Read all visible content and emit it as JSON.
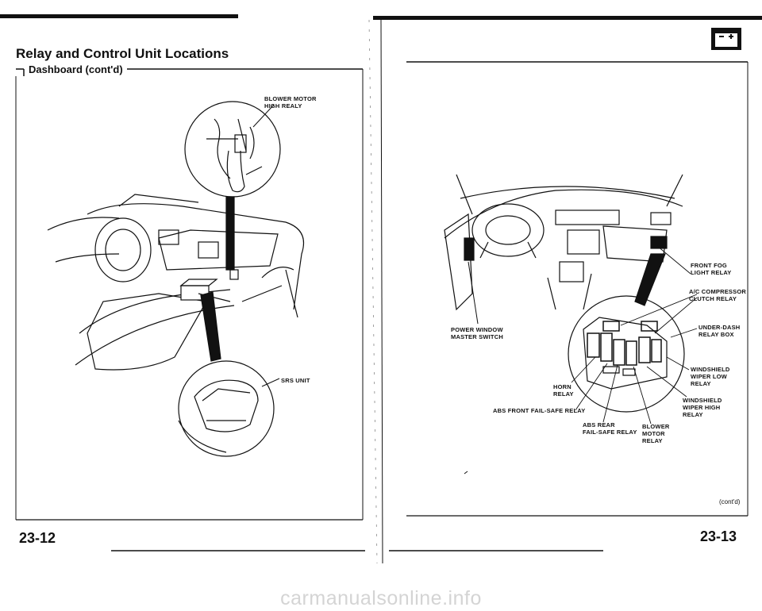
{
  "left_page": {
    "title": "Relay and Control Unit Locations",
    "section": "Dashboard (cont'd)",
    "labels": {
      "blower_motor_high_relay": "BLOWER MOTOR\nHIGH REALY",
      "srs_unit": "SRS UNIT"
    },
    "page_number": "23-12"
  },
  "right_page": {
    "labels": {
      "front_fog_light_relay": "FRONT FOG\nLIGHT RELAY",
      "ac_compressor_clutch_relay": "A/C COMPRESSOR\nCLUTCH RELAY",
      "under_dash_relay_box": "UNDER-DASH\nRELAY BOX",
      "power_window_master_switch": "POWER WINDOW\nMASTER SWITCH",
      "windshield_wiper_low_relay": "WINDSHIELD\nWIPER LOW\nRELAY",
      "horn_relay": "HORN\nRELAY",
      "windshield_wiper_high_relay": "WINDSHIELD\nWIPER HIGH\nRELAY",
      "abs_front_fail_safe_relay": "ABS FRONT FAIL-SAFE RELAY",
      "abs_rear_fail_safe_relay": "ABS REAR\nFAIL-SAFE RELAY",
      "blower_motor_relay": "BLOWER\nMOTOR\nRELAY"
    },
    "continued": "(cont'd)",
    "page_number": "23-13",
    "battery_icon": "battery-icon"
  },
  "watermark": "carmanualsonline.info"
}
